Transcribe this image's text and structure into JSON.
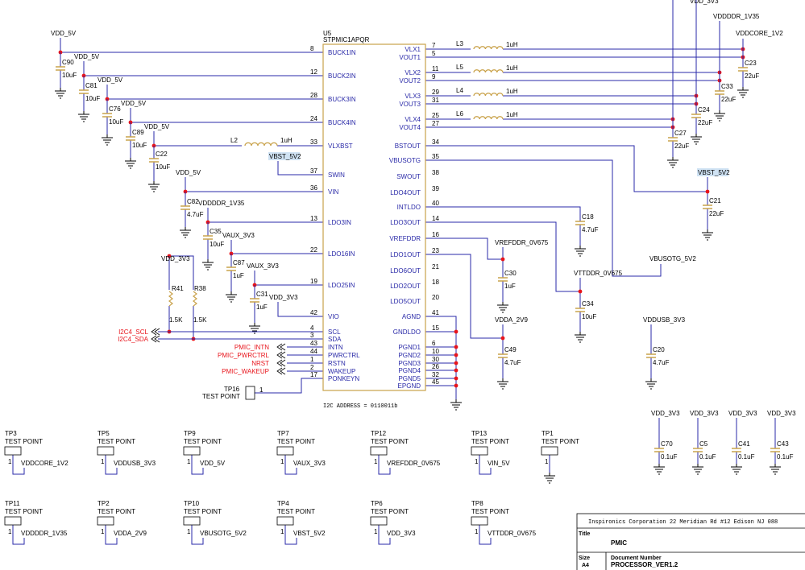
{
  "ic": {
    "ref": "U5",
    "part": "STPMIC1APQR",
    "i2c_note": "I2C ADDRESS = 0110011b"
  },
  "left_pins": [
    {
      "num": "8",
      "name": "BUCK1IN"
    },
    {
      "num": "12",
      "name": "BUCK2IN"
    },
    {
      "num": "28",
      "name": "BUCK3IN"
    },
    {
      "num": "24",
      "name": "BUCK4IN"
    },
    {
      "num": "33",
      "name": "VLXBST"
    },
    {
      "num": "37",
      "name": "SWIN"
    },
    {
      "num": "36",
      "name": "VIN"
    },
    {
      "num": "13",
      "name": "LDO3IN"
    },
    {
      "num": "22",
      "name": "LDO16IN"
    },
    {
      "num": "19",
      "name": "LDO25IN"
    },
    {
      "num": "42",
      "name": "VIO"
    },
    {
      "num": "4",
      "name": "SCL"
    },
    {
      "num": "3",
      "name": "SDA"
    },
    {
      "num": "43",
      "name": "INTN"
    },
    {
      "num": "44",
      "name": "PWRCTRL"
    },
    {
      "num": "1",
      "name": "RSTN"
    },
    {
      "num": "2",
      "name": "WAKEUP"
    },
    {
      "num": "17",
      "name": "PONKEYN"
    }
  ],
  "right_pins": [
    {
      "num": "7",
      "name": "VLX1"
    },
    {
      "num": "5",
      "name": "VOUT1"
    },
    {
      "num": "11",
      "name": "VLX2"
    },
    {
      "num": "9",
      "name": "VOUT2"
    },
    {
      "num": "29",
      "name": "VLX3"
    },
    {
      "num": "31",
      "name": "VOUT3"
    },
    {
      "num": "25",
      "name": "VLX4"
    },
    {
      "num": "27",
      "name": "VOUT4"
    },
    {
      "num": "34",
      "name": "BSTOUT"
    },
    {
      "num": "35",
      "name": "VBUSOTG"
    },
    {
      "num": "38",
      "name": "SWOUT"
    },
    {
      "num": "39",
      "name": "LDO4OUT"
    },
    {
      "num": "40",
      "name": "INTLDO"
    },
    {
      "num": "14",
      "name": "LDO3OUT"
    },
    {
      "num": "16",
      "name": "VREFDDR"
    },
    {
      "num": "23",
      "name": "LDO1OUT"
    },
    {
      "num": "21",
      "name": "LDO6OUT"
    },
    {
      "num": "18",
      "name": "LDO2OUT"
    },
    {
      "num": "20",
      "name": "LDO5OUT"
    },
    {
      "num": "41",
      "name": "AGND"
    },
    {
      "num": "15",
      "name": "GNDLDO"
    },
    {
      "num": "6",
      "name": "PGND1"
    },
    {
      "num": "10",
      "name": "PGND2"
    },
    {
      "num": "30",
      "name": "PGND3"
    },
    {
      "num": "26",
      "name": "PGND4"
    },
    {
      "num": "32",
      "name": "PGND5"
    },
    {
      "num": "45",
      "name": "EPGND"
    }
  ],
  "inductors": [
    {
      "ref": "L3",
      "value": "1uH"
    },
    {
      "ref": "L5",
      "value": "1uH"
    },
    {
      "ref": "L4",
      "value": "1uH"
    },
    {
      "ref": "L6",
      "value": "1uH"
    },
    {
      "ref": "L2",
      "value": "1uH"
    }
  ],
  "left_caps": [
    {
      "net": "VDD_5V",
      "ref": "C90",
      "value": "10uF"
    },
    {
      "net": "VDD_5V",
      "ref": "C81",
      "value": "10uF"
    },
    {
      "net": "VDD_5V",
      "ref": "C76",
      "value": "10uF"
    },
    {
      "net": "VDD_5V",
      "ref": "C89",
      "value": "10uF"
    },
    {
      "net": "VDD_5V",
      "ref": "C22",
      "value": "10uF"
    },
    {
      "net": "VDD_5V",
      "ref": "C82",
      "value": "4.7uF"
    },
    {
      "net": "VDDDDR_1V35",
      "ref": "C35",
      "value": "10uF"
    },
    {
      "net": "VAUX_3V3",
      "ref": "C87",
      "value": "1uF"
    },
    {
      "net": "VAUX_3V3",
      "ref": "C31",
      "value": "1uF"
    }
  ],
  "vio_net": "VDD_3V3",
  "vbst_left": "VBST_5V2",
  "pullups": {
    "net": "VDD_3V3",
    "r1": {
      "ref": "R41",
      "value": "1.5K"
    },
    "r2": {
      "ref": "R38",
      "value": "1.5K"
    }
  },
  "i2c": {
    "scl": "I2C4_SCL",
    "sda": "I2C4_SDA"
  },
  "ctrl_nets": [
    "PMIC_INTN",
    "PMIC_PWRCTRL",
    "NRST",
    "PMIC_WAKEUP"
  ],
  "tp16": {
    "ref": "TP16",
    "label": "TEST POINT",
    "pin": "1"
  },
  "right_caps": [
    {
      "ref": "C23",
      "value": "22uF",
      "net": "VDDCORE_1V2"
    },
    {
      "ref": "C33",
      "value": "22uF",
      "net": "VDDDDR_1V35"
    },
    {
      "ref": "C24",
      "value": "22uF",
      "net": ""
    },
    {
      "ref": "C27",
      "value": "22uF",
      "net": ""
    },
    {
      "ref": "C21",
      "value": "22uF",
      "net": "VBST_5V2"
    },
    {
      "ref": "C18",
      "value": "4.7uF",
      "net": ""
    },
    {
      "ref": "C30",
      "value": "1uF",
      "net": "VREFDDR_0V675"
    },
    {
      "ref": "C34",
      "value": "10uF",
      "net": "VTTDDR_0V675"
    },
    {
      "ref": "C49",
      "value": "4.7uF",
      "net": "VDDA_2V9"
    },
    {
      "ref": "C20",
      "value": "4.7uF",
      "net": "VDDUSB_3V3"
    }
  ],
  "top_nets": [
    "VDD_3V3",
    "VDDDDR_1V35",
    "VDDCORE_1V2"
  ],
  "vbusotg_net": "VBUSOTG_5V2",
  "decoupling": [
    {
      "net": "VDD_3V3",
      "ref": "C70",
      "value": "0.1uF"
    },
    {
      "net": "VDD_3V3",
      "ref": "C5",
      "value": "0.1uF"
    },
    {
      "net": "VDD_3V3",
      "ref": "C41",
      "value": "0.1uF"
    },
    {
      "net": "VDD_3V3",
      "ref": "C43",
      "value": "0.1uF"
    }
  ],
  "test_points_row1": [
    {
      "ref": "TP3",
      "label": "TEST POINT",
      "net": "VDDCORE_1V2"
    },
    {
      "ref": "TP5",
      "label": "TEST POINT",
      "net": "VDDUSB_3V3"
    },
    {
      "ref": "TP9",
      "label": "TEST POINT",
      "net": "VDD_5V"
    },
    {
      "ref": "TP7",
      "label": "TEST POINT",
      "net": "VAUX_3V3"
    },
    {
      "ref": "TP12",
      "label": "TEST POINT",
      "net": "VREFDDR_0V675"
    },
    {
      "ref": "TP13",
      "label": "TEST POINT",
      "net": "VIN_5V"
    },
    {
      "ref": "TP1",
      "label": "TEST POINT",
      "net": ""
    }
  ],
  "test_points_row2": [
    {
      "ref": "TP11",
      "label": "TEST POINT",
      "net": "VDDDDR_1V35"
    },
    {
      "ref": "TP2",
      "label": "TEST POINT",
      "net": "VDDA_2V9"
    },
    {
      "ref": "TP10",
      "label": "TEST POINT",
      "net": "VBUSOTG_5V2"
    },
    {
      "ref": "TP4",
      "label": "TEST POINT",
      "net": "VBST_5V2"
    },
    {
      "ref": "TP6",
      "label": "TEST POINT",
      "net": "VDD_3V3"
    },
    {
      "ref": "TP8",
      "label": "TEST POINT",
      "net": "VTTDDR_0V675"
    }
  ],
  "title_block": {
    "company": "Inspironics Corporation 22 Meridian Rd #12 Edison NJ 088",
    "title_label": "Title",
    "title": "PMIC",
    "size_label": "Size",
    "size": "A4",
    "docnum_label": "Document Number",
    "docnum": "PROCESSOR_VER1.2"
  },
  "colors": {
    "wire": "#2a2aa8",
    "junction": "#e8141b",
    "ic_body": "#c9a24a",
    "net_highlight": "#cfe2f3",
    "red_text": "#e8141b"
  }
}
